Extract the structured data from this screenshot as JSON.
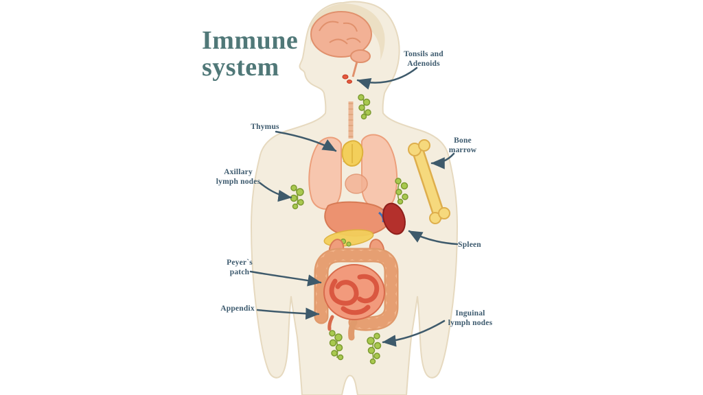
{
  "title": "Immune\nsystem",
  "labels": {
    "tonsils": {
      "text": "Tonsils and\nAdenoids"
    },
    "thymus": {
      "text": "Thymus"
    },
    "bone_marrow": {
      "text": "Bone\nmarrow"
    },
    "axillary": {
      "text": "Axillary\nlymph nodes"
    },
    "spleen": {
      "text": "Spleen"
    },
    "peyers": {
      "text": "Peyer`s\npatch"
    },
    "appendix": {
      "text": "Appendix"
    },
    "inguinal": {
      "text": "Inguinal\nlymph nodes"
    }
  },
  "colors": {
    "title": "#507878",
    "label_text": "#3d5a6e",
    "arrow": "#3e5a6b",
    "body_fill": "#f4edde",
    "body_outline": "#e6d9bf",
    "organ_salmon": "#f2b195",
    "organ_dark_salmon": "#ec9270",
    "lymph_green": "#a9c94f",
    "thymus_yellow": "#f3cf5b",
    "bone_yellow": "#f6d97d",
    "spleen_red": "#b4302c",
    "intestine_red": "#da5740",
    "vessel_blue": "#3f6fb8",
    "background": "#ffffff"
  }
}
